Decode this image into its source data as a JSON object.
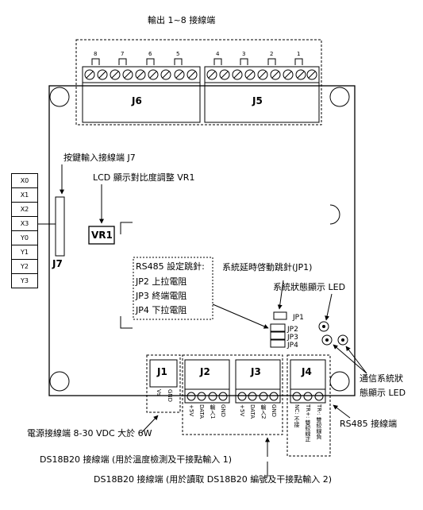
{
  "title_outputs": "輸出 1~8 接線端",
  "relay_numbers": [
    "8",
    "7",
    "6",
    "5",
    "4",
    "3",
    "2",
    "1"
  ],
  "connector_j6": "J6",
  "connector_j5": "J5",
  "key_input_label": "按鍵輸入接線端 J7",
  "key_inputs": [
    "X0",
    "X1",
    "X2",
    "X3",
    "Y0",
    "Y1",
    "Y2",
    "Y3"
  ],
  "connector_j7": "J7",
  "lcd_label": "LCD 顯示對比度調整 VR1",
  "vr1": "VR1",
  "rs485_jumper_title": "RS485 設定跳針:",
  "jp2_desc": "JP2 上拉電阻",
  "jp3_desc": "JP3 終端電阻",
  "jp4_desc": "JP4 下拉電阻",
  "delay_jumper_label": "系統延時啓動跳針(JP1)",
  "status_led_label": "系統狀態顯示 LED",
  "jp1": "JP1",
  "jp2": "JP2",
  "jp3": "JP3",
  "jp4": "JP4",
  "comm_led_line1": "通信系統狀",
  "comm_led_line2": "態顯示 LED",
  "j1": "J1",
  "j2": "J2",
  "j3": "J3",
  "j4": "J4",
  "j1_pins": [
    "Vs",
    "GND"
  ],
  "j2_pins": [
    "+5V",
    "DATA",
    "輸入1",
    "GND"
  ],
  "j3_pins": [
    "+5V",
    "DATA",
    "輸入2",
    "GND"
  ],
  "j4_pins": [
    "NC: 不接",
    "TR+: 雙絞線正",
    "TR-: 雙絞線負"
  ],
  "power_label": "電源接線端 8-30 VDC 大於 6W",
  "rs485_terminal_label": "RS485 接線端",
  "ds1_label": "DS18B20 接線端 (用於溫度檢測及干接點輸入 1)",
  "ds2_label": "DS18B20 接線端 (用於讀取 DS18B20 編號及干接點輸入 2)"
}
